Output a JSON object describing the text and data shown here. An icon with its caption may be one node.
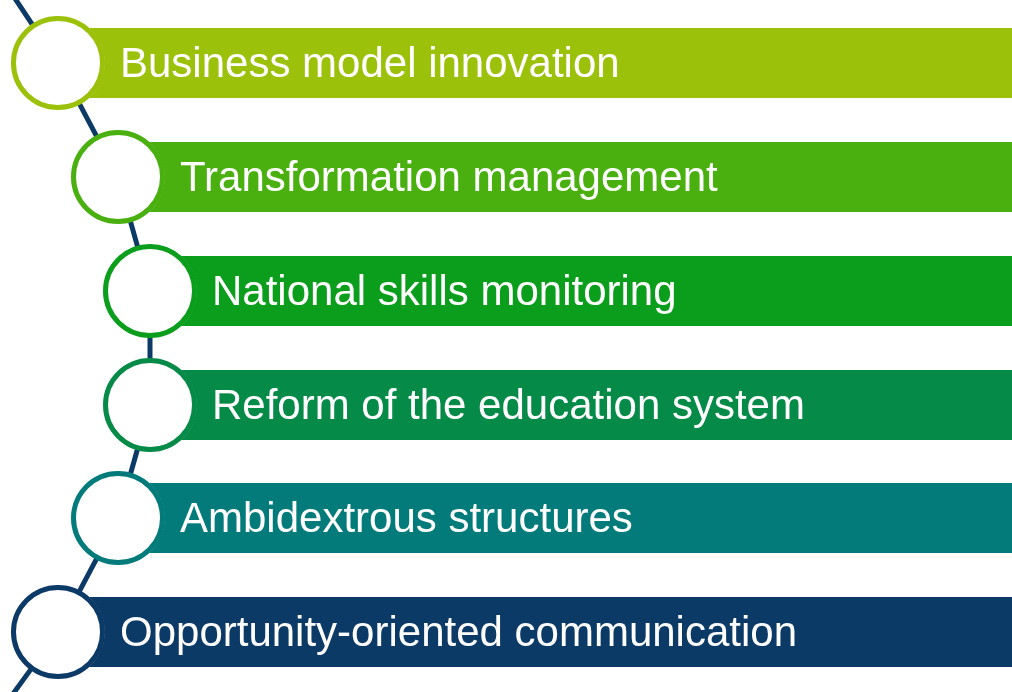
{
  "diagram": {
    "nodes": [
      {
        "text": [
          "Business model innovation"
        ]
      },
      {
        "text": [
          "Transformation management"
        ]
      },
      {
        "text": [
          "National skills monitoring"
        ]
      },
      {
        "text": [
          "Reform of the education system"
        ]
      },
      {
        "text": [
          "Ambidextrous structures"
        ]
      },
      {
        "text": [
          "Opportunity-oriented communication"
        ]
      },
      {
        "text": [],
        "shape": "circle"
      },
      {
        "text": [],
        "shape": "circle"
      },
      {
        "text": [],
        "shape": "circle"
      },
      {
        "text": [],
        "shape": "circle"
      },
      {
        "text": [],
        "shape": "circle"
      },
      {
        "text": [],
        "shape": "circle"
      }
    ],
    "edges": [
      {
        "from": null,
        "to": 6,
        "arrow": "none"
      },
      {
        "from": 6,
        "to": 7,
        "arrow": "none"
      },
      {
        "from": 7,
        "to": 8,
        "arrow": "none"
      },
      {
        "from": 8,
        "to": 9,
        "arrow": "none"
      },
      {
        "from": 9,
        "to": 10,
        "arrow": "none"
      },
      {
        "from": 10,
        "to": 11,
        "arrow": "none"
      },
      {
        "from": 11,
        "to": null,
        "arrow": "none"
      }
    ]
  }
}
